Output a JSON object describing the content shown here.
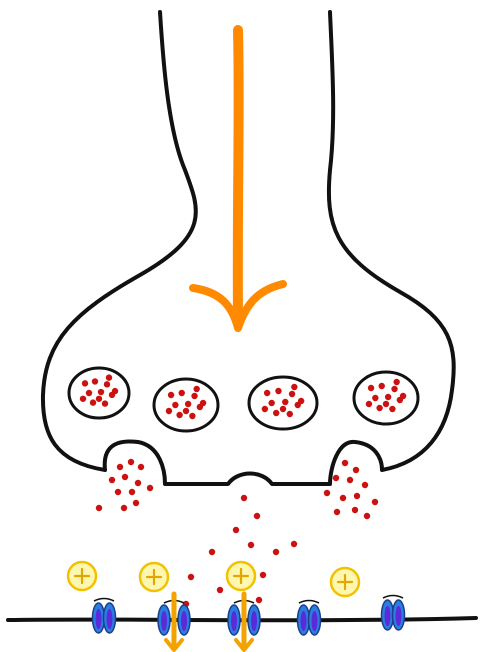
{
  "diagram": {
    "kind": "chemical synapse illustration (no printed text)",
    "colors": {
      "outline": "#111111",
      "background": "#ffffff",
      "arrow": "#ff8a00",
      "neurotransmitter": "#cc1111",
      "ion_circle_fill": "#fff7b0",
      "ion_circle_stroke": "#f2c200",
      "ion_symbol": "#e0a800",
      "channel_blue": "#2a7de1",
      "channel_purple": "#5a2bd6",
      "influx_arrow": "#f2a300"
    },
    "icons": {
      "signal_arrow": "down-arrow-icon",
      "ion": "plus-sign-icon",
      "receptor": "ion-channel-icon"
    },
    "counts": {
      "vesicles": 4,
      "fusing_vesicles": 2,
      "receptors_open": 3,
      "receptors_closed": 2,
      "cations": 4
    }
  }
}
